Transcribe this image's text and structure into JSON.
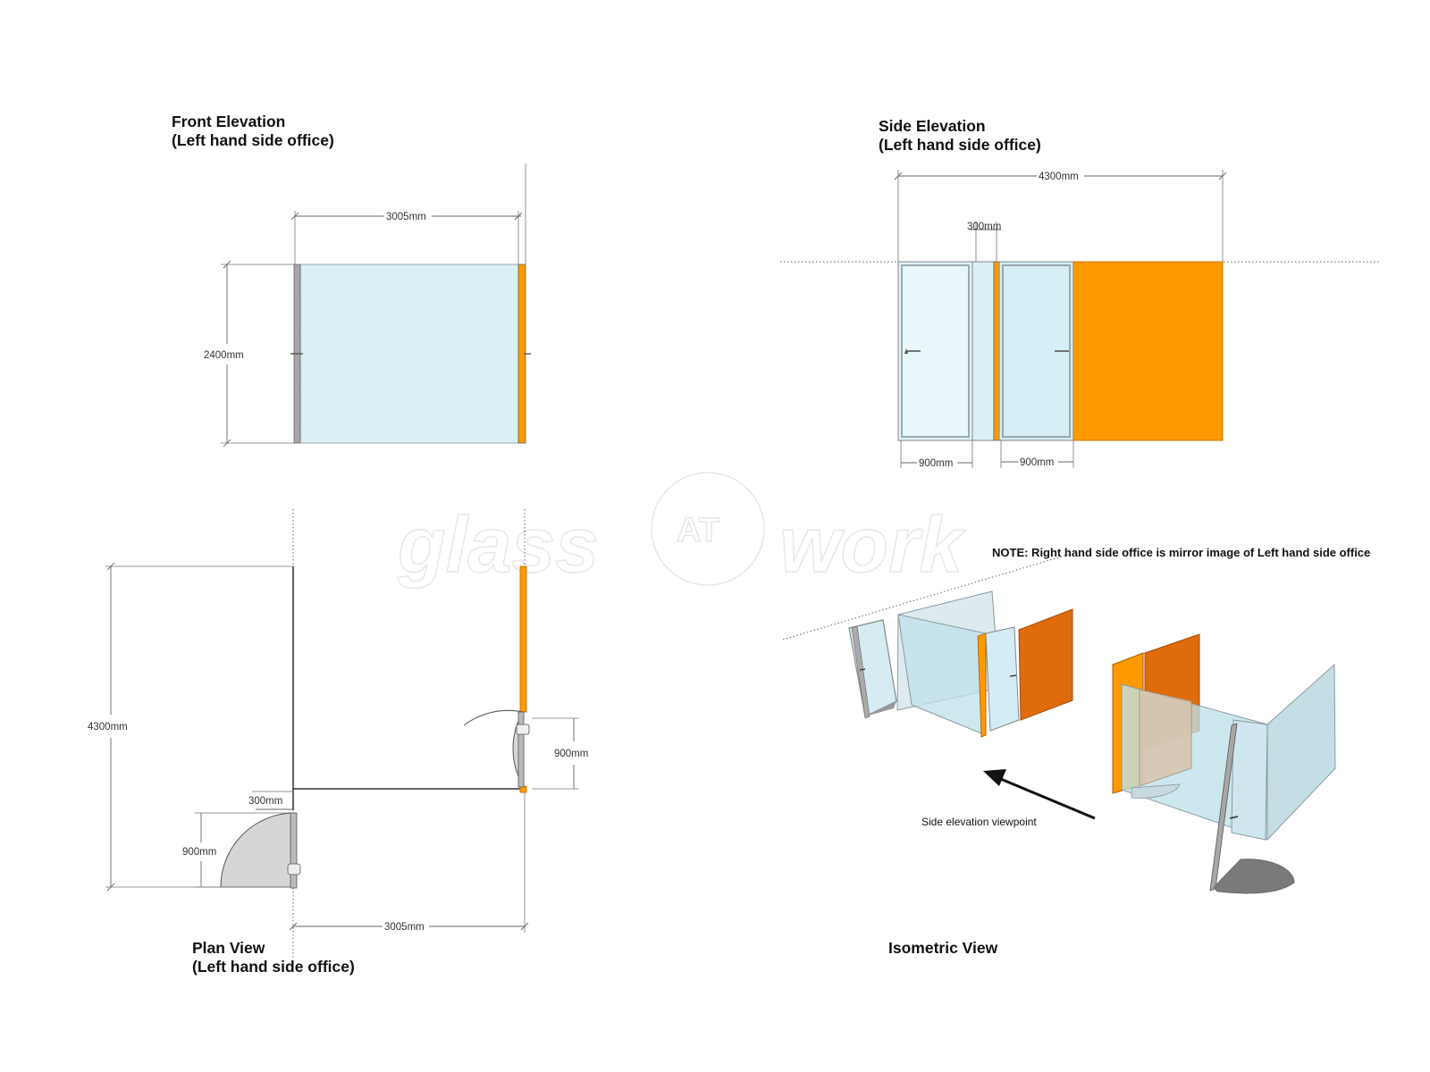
{
  "watermark": {
    "left": "glass",
    "center": "AT",
    "right": "work"
  },
  "front_elevation": {
    "title_line1": "Front Elevation",
    "title_line2": "(Left hand side office)",
    "width_label": "3005mm",
    "height_label": "2400mm"
  },
  "side_elevation": {
    "title_line1": "Side Elevation",
    "title_line2": "(Left hand side office)",
    "overall_label": "4300mm",
    "gap_label": "300mm",
    "door1_label": "900mm",
    "door2_label": "900mm"
  },
  "plan_view": {
    "title_line1": "Plan View",
    "title_line2": "(Left hand side office)",
    "depth_label": "4300mm",
    "right_door_label": "900mm",
    "offset_label": "300mm",
    "left_door_label": "900mm",
    "width_label": "3005mm"
  },
  "isometric_view": {
    "title": "Isometric View",
    "note": "NOTE: Right hand side office is mirror image of Left hand side office",
    "viewpoint_label": "Side elevation viewpoint"
  },
  "colors": {
    "glass": "#d9f0f6",
    "glass_edge": "#9aa9ad",
    "frame": "#a7a7a7",
    "orange_panel": "#ff9900",
    "orange_iso": "#e06b0b",
    "door_swing": "#d6d6d6"
  }
}
